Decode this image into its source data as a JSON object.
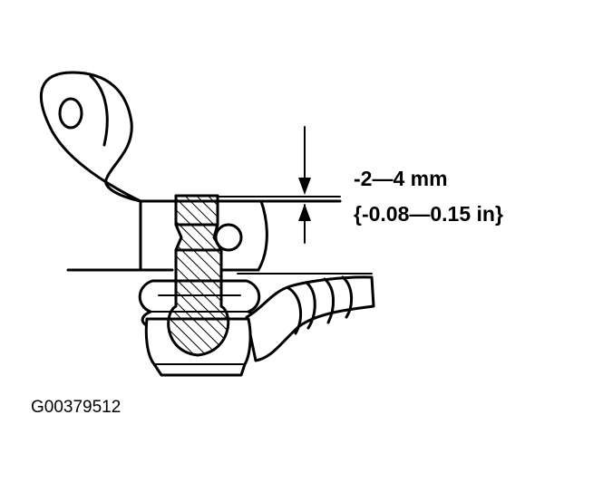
{
  "measurement": {
    "metric": "-2—4 mm",
    "imperial": "{-0.08—0.15 in}"
  },
  "figure_code": "G00379512"
}
